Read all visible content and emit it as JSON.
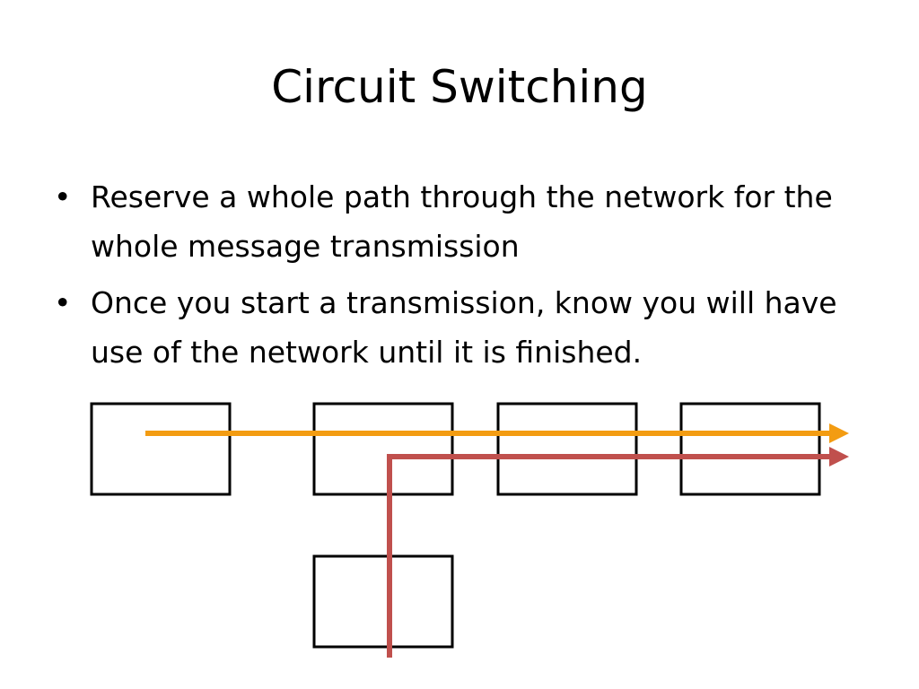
{
  "slide": {
    "title": "Circuit Switching",
    "bullets": [
      {
        "marker": "•",
        "text": "Reserve a whole path through the network for the whole message transmission"
      },
      {
        "marker": "•",
        "text": "Once you start a transmission, know you will have use of the network until it is finished."
      }
    ]
  },
  "diagram": {
    "nodes": [
      "node-a",
      "node-b",
      "node-c",
      "node-d",
      "node-e"
    ],
    "paths": [
      {
        "name": "path-orange",
        "color": "#F39C12"
      },
      {
        "name": "path-red",
        "color": "#C0504D"
      }
    ]
  }
}
